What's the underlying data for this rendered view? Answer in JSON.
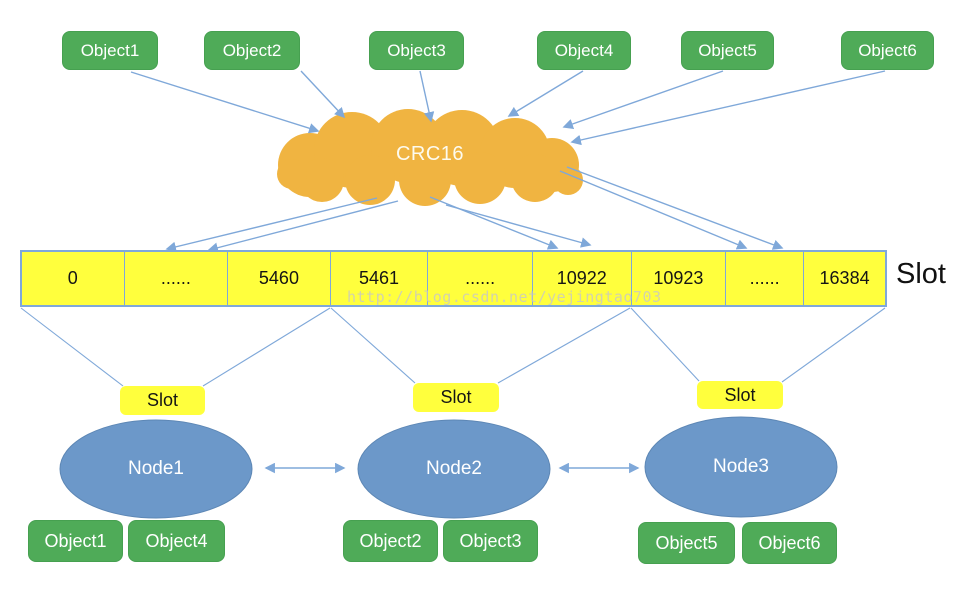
{
  "top_objects": [
    "Object1",
    "Object2",
    "Object3",
    "Object4",
    "Object5",
    "Object6"
  ],
  "crc_cloud": {
    "label": "CRC16"
  },
  "slot_table": {
    "cells": [
      "0",
      "......",
      "5460",
      "5461",
      "......",
      "10922",
      "10923",
      "......",
      "16384"
    ],
    "axis_label": "Slot"
  },
  "slot_tags": {
    "node1": "Slot",
    "node2": "Slot",
    "node3": "Slot"
  },
  "nodes": [
    {
      "label": "Node1",
      "objects": [
        "Object1",
        "Object4"
      ]
    },
    {
      "label": "Node2",
      "objects": [
        "Object2",
        "Object3"
      ]
    },
    {
      "label": "Node3",
      "objects": [
        "Object5",
        "Object6"
      ]
    }
  ],
  "watermark": "http://blog.csdn.net/yejingtao703",
  "colors": {
    "object_green": "#4fab58",
    "object_green_edge": "#46a050",
    "cloud_orange": "#f0b441",
    "slot_yellow": "#ffff3d",
    "node_blue": "#6c98c9",
    "node_edge": "#5d87b5",
    "connector_blue": "#7fa8d9",
    "watermark_gray": "#c8c8c8"
  }
}
